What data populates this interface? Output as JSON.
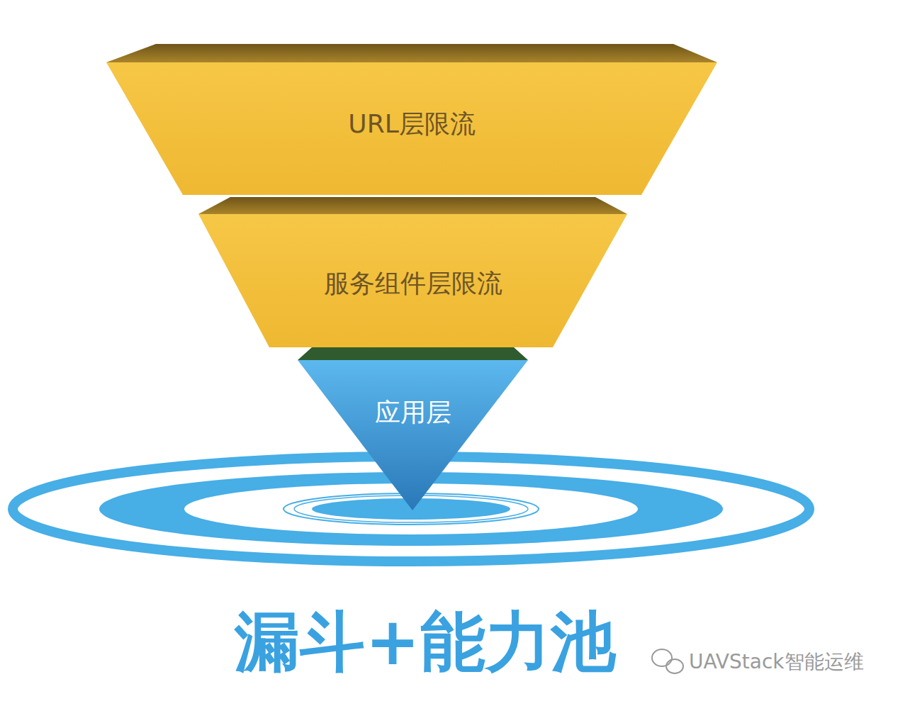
{
  "diagram": {
    "title": "漏斗+能力池",
    "nodes": [
      {
        "text": [
          "URL层限流"
        ]
      },
      {
        "text": [
          "服务组件层限流"
        ]
      },
      {
        "text": [
          "应用层"
        ]
      }
    ],
    "labels": [
      "UAVStack智能运维"
    ]
  }
}
